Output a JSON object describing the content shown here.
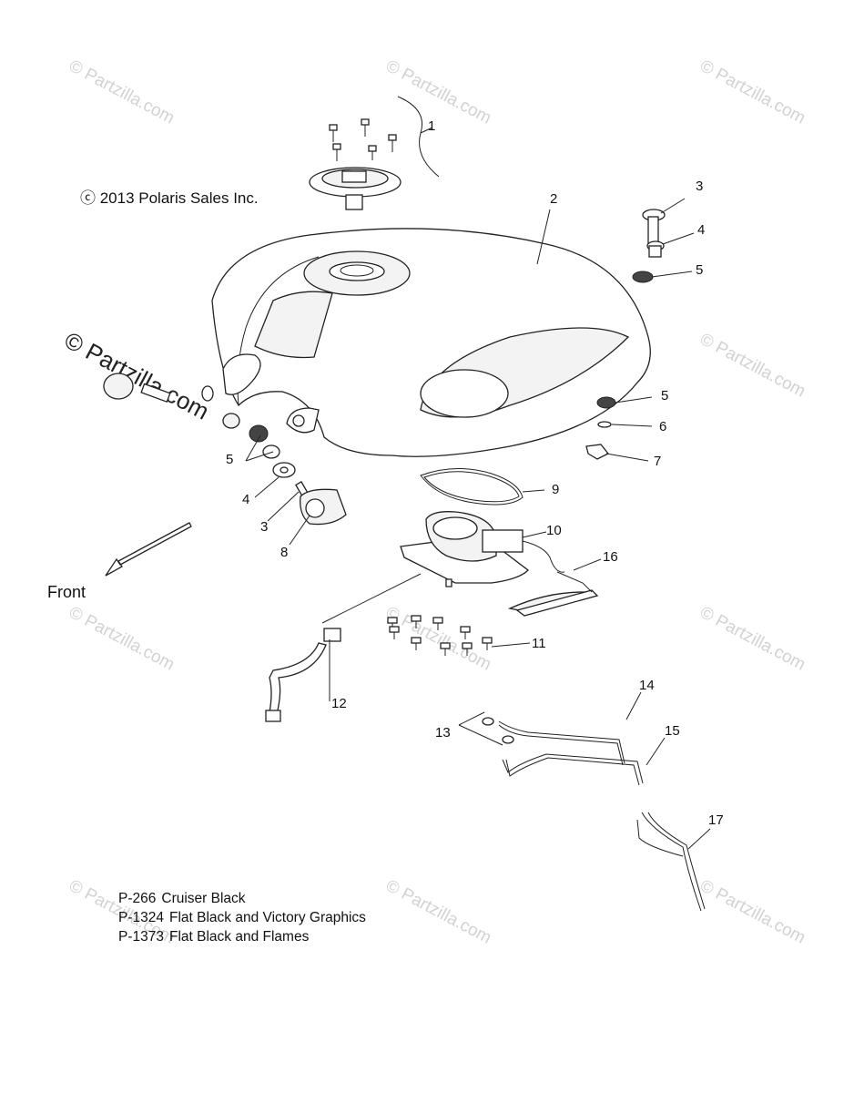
{
  "watermark": {
    "text": "© Partzilla.com",
    "text_big": "© Partzilla.com"
  },
  "copyright": "ⓒ 2013 Polaris Sales Inc.",
  "front_label": "Front",
  "callouts": {
    "c1": "1",
    "c2": "2",
    "c3a": "3",
    "c4a": "4",
    "c5a": "5",
    "c5b": "5",
    "c6": "6",
    "c7": "7",
    "c9": "9",
    "c10": "10",
    "c16": "16",
    "c11": "11",
    "c5c": "5",
    "c4b": "4",
    "c3b": "3",
    "c8": "8",
    "c12": "12",
    "c13": "13",
    "c14": "14",
    "c15": "15",
    "c17": "17"
  },
  "notes": [
    {
      "code": "P-266",
      "desc": "Cruiser Black"
    },
    {
      "code": "P-1324",
      "desc": "Flat Black and Victory Graphics"
    },
    {
      "code": "P-1373",
      "desc": "Flat Black and Flames"
    }
  ]
}
